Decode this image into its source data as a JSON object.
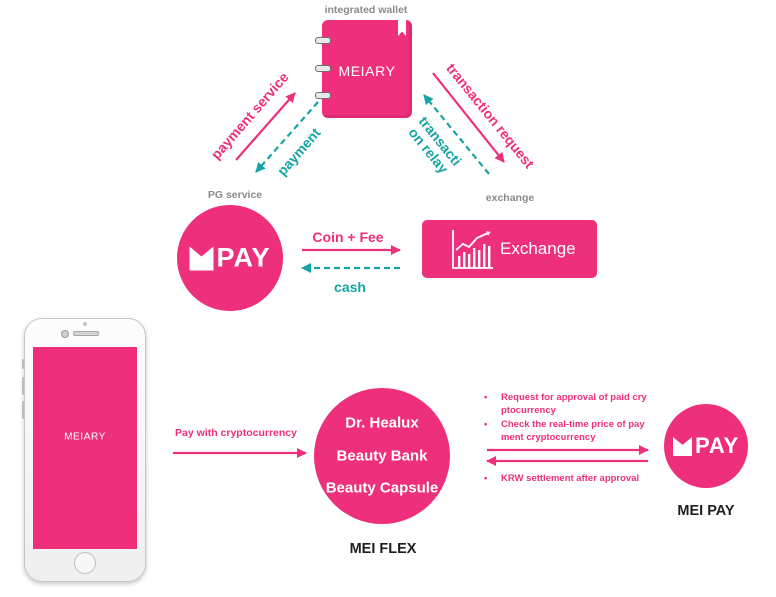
{
  "colors": {
    "brand_pink": "#ee2f7c",
    "flow_teal": "#17a4a5",
    "label_gray": "#8a8a8a",
    "caption_dark": "#1e1e1e"
  },
  "icons": {
    "wallet": "notebook-icon",
    "pg_mark": "m-logo-mark-icon",
    "exchange": "growth-chart-icon",
    "device": "smartphone"
  },
  "top": {
    "wallet": {
      "label": "integrated wallet",
      "logo": "MEIARY"
    },
    "pg_service": {
      "label": "PG service",
      "logo": "PAY"
    },
    "exchange": {
      "label": "exchange",
      "name": "Exchange"
    },
    "flows": {
      "wallet_pg": {
        "to_wallet": "payment service",
        "to_pg": "payment"
      },
      "wallet_exchange": {
        "to_exchange": "transaction request",
        "to_wallet_lines": [
          "transacti",
          "on relay"
        ]
      },
      "pg_exchange": {
        "to_exchange": "Coin + Fee",
        "to_pg": "cash"
      }
    }
  },
  "bottom": {
    "phone": {
      "screen_logo": "MEIARY"
    },
    "phone_to_flex": "Pay with cryptocurrency",
    "mei_flex": {
      "items": [
        "Dr. Healux",
        "Beauty Bank",
        "Beauty Capsule"
      ],
      "caption": "MEI FLEX"
    },
    "bullet": "•",
    "settlement_notes": [
      {
        "lines": [
          "Request for approval of paid cry",
          "ptocurrency"
        ]
      },
      {
        "lines": [
          "Check the real-time price of pay",
          "ment cryptocurrency"
        ]
      },
      {
        "lines": [
          "KRW settlement after approval"
        ]
      }
    ],
    "mei_pay": {
      "logo": "PAY",
      "caption": "MEI PAY"
    }
  }
}
